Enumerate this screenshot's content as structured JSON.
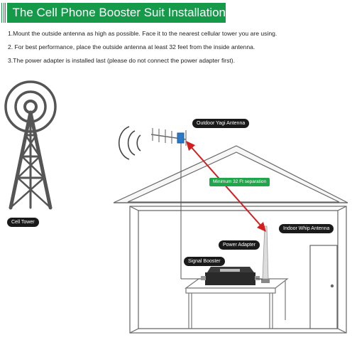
{
  "header": {
    "title": "The Cell Phone Booster Suit Installation",
    "accent_color": "#159a4a"
  },
  "instructions": [
    "1.Mount the outside antenna as high as possible.  Face it to the nearest cellular tower you are using.",
    "2. For best performance, place the outside antenna at least 32 feet from the inside antenna.",
    "3.The power adapter is installed last (please do not connect the power adapter first)."
  ],
  "labels": {
    "cell_tower": "Cell Tower",
    "outdoor_antenna": "Outdoor Yagi Antenna",
    "separation": "Minimum 32 Ft separation",
    "indoor_antenna": "Indoor Whip Antenna",
    "power_adapter": "Power Adapter",
    "signal_booster": "Signal Booster"
  },
  "colors": {
    "label_bg": "#1a1a1a",
    "separation_bg": "#1fa64a",
    "arrow": "#d21e1e",
    "tower": "#555555"
  },
  "icons": [
    "cell-tower-icon",
    "signal-wave-icon",
    "yagi-antenna-icon",
    "house-icon",
    "door-icon",
    "table-icon",
    "signal-booster-icon",
    "whip-antenna-icon"
  ]
}
